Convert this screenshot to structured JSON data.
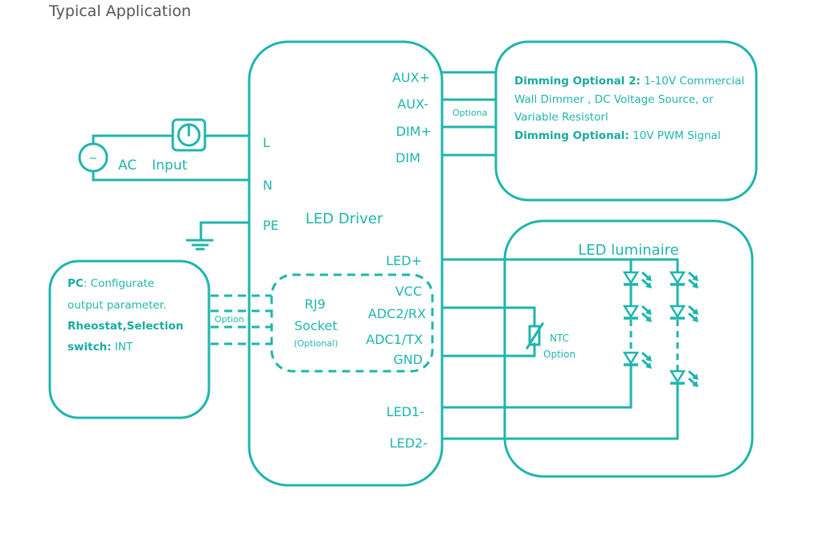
{
  "title": "Typical Application",
  "colors": {
    "accent": "#1fb5ad",
    "title": "#555555",
    "background": "#ffffff"
  },
  "ac_source": {
    "symbol": "~",
    "label_ac": "AC",
    "label_input": "Input"
  },
  "switch": {
    "icon": "power-switch-icon"
  },
  "driver": {
    "title": "LED Driver",
    "left_pins": [
      "L",
      "N",
      "PE"
    ],
    "right_top_pins": [
      "AUX+",
      "AUX-",
      "DIM+",
      "DIM"
    ],
    "right_bottom_pins": [
      "LED+",
      "VCC",
      "ADC2/RX",
      "ADC1/TX",
      "GND",
      "LED1-",
      "LED2-"
    ]
  },
  "rj9": {
    "line1": "RJ9",
    "line2": "Socket",
    "line3": "(Optional)"
  },
  "dimming_link_label": "Optiona",
  "pc_link_label": "Option",
  "dimming_box": {
    "line1_bold": "Dimming Optional 2:",
    "line1_rest": " 1-10V Commercial",
    "line2": "Wall Dimmer , DC Voltage Source, or",
    "line3": "Variable Resistorl",
    "line4_bold": "Dimming Optional:",
    "line4_rest": " 10V PWM Signal"
  },
  "pc_box": {
    "line1_bold": "PC",
    "line1_rest": ": Configurate",
    "line2": "output parameter.",
    "line3_bold": "Rheostat,Selection",
    "line4_bold": "switch:",
    "line4_rest": " INT"
  },
  "ntc": {
    "line1": "NTC",
    "line2": "Option"
  },
  "luminaire": {
    "title": "LED luminaire",
    "strings": 2,
    "leds_per_string_shown": 3
  },
  "ground": {
    "icon": "ground-icon"
  }
}
